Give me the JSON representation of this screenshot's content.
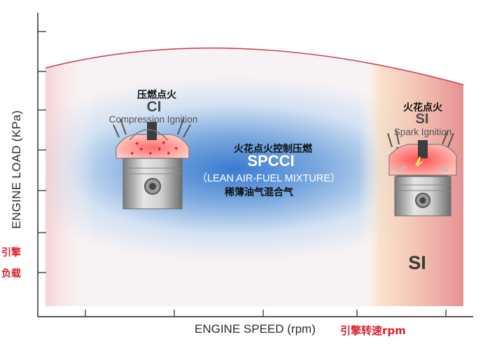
{
  "axes": {
    "y_label": "ENGINE LOAD (KPa)",
    "y_label_cn": "引擎负载",
    "x_label": "ENGINE SPEED (rpm)",
    "x_label_cn": "引擎转速rpm"
  },
  "regions": {
    "ci": {
      "cn_title": "压燃点火",
      "abbr": "CI",
      "name": "Compression Ignition"
    },
    "spcci": {
      "cn_title": "火花点火控制压燃",
      "abbr": "SPCCI",
      "note": "（LEAN AIR-FUEL MIXTURE）",
      "note_cn": "稀薄油气混合气"
    },
    "si": {
      "cn_title": "火花点火",
      "abbr": "SI",
      "name": "Spark Ignition",
      "zone_label": "SI"
    }
  },
  "colors": {
    "spcci_zone": "#3f7fd0",
    "si_zone": "#e08a8a",
    "boundary": "#d9534f",
    "label_red": "#d8232a"
  }
}
